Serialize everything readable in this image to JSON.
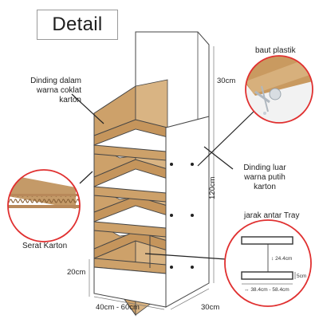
{
  "title": "Detail",
  "labels": {
    "inner_wall": [
      "Dinding dalam",
      "warna coklat",
      "karton"
    ],
    "outer_wall": [
      "Dinding luar",
      "warna putih",
      "karton"
    ],
    "bolt": "baut plastik",
    "fiber": "Serat Karton",
    "tray_spacing": "jarak antar Tray"
  },
  "dimensions": {
    "top_height": "30cm",
    "total_height": "120cm",
    "bottom_height": "20cm",
    "width": "40cm - 60cm",
    "depth": "30cm"
  },
  "tray_detail": {
    "gap": "24.4cm",
    "thickness": "5cm",
    "width_range": "38.4cm - 58.4cm"
  },
  "colors": {
    "cardboard": "#cda16a",
    "cardboard_dark": "#b98a52",
    "outline": "#444444",
    "circle_border": "#e03030"
  }
}
